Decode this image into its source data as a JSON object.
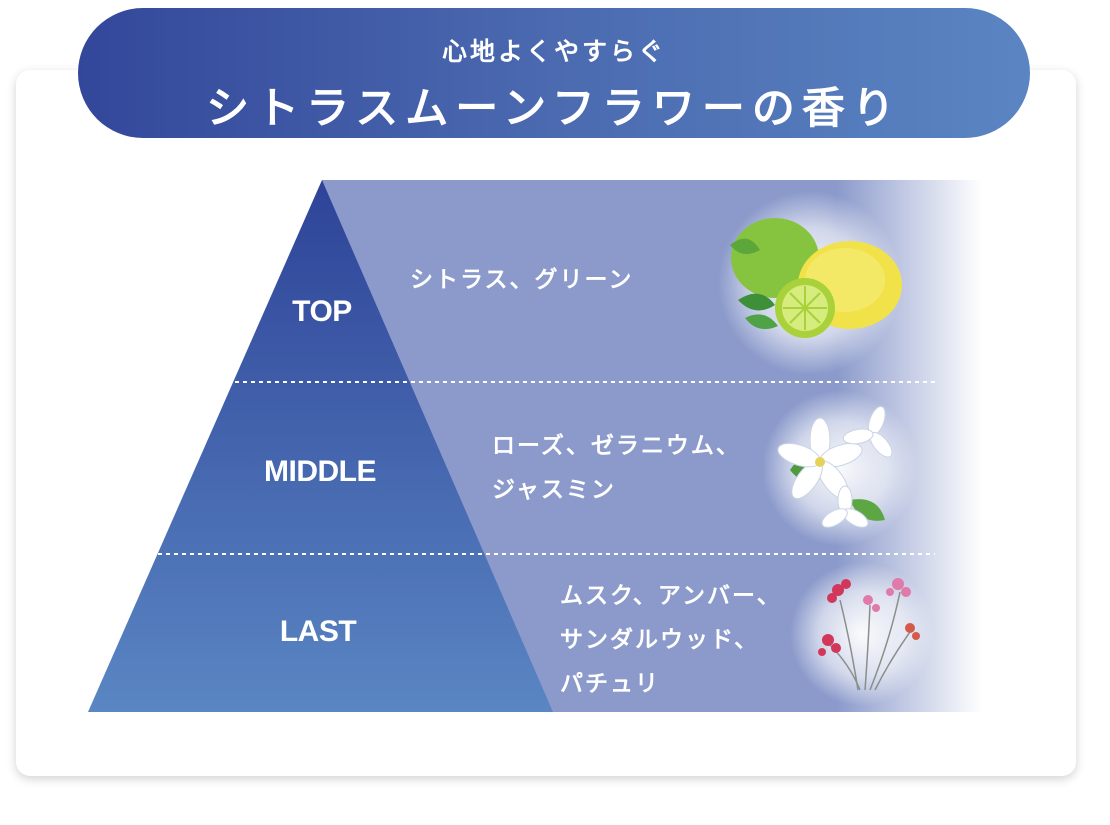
{
  "header": {
    "subtitle": "心地よくやすらぐ",
    "title": "シトラスムーンフラワーの香り"
  },
  "tiers": [
    {
      "label": "TOP",
      "notes": "シトラス、グリーン",
      "illustration": "citrus-illustration"
    },
    {
      "label": "MIDDLE",
      "notes": "ローズ、ゼラニウム、\nジャスミン",
      "illustration": "jasmine-flower-illustration"
    },
    {
      "label": "LAST",
      "notes": "ムスク、アンバー、\nサンダルウッド、\nパチュリ",
      "illustration": "wildflower-illustration"
    }
  ],
  "colors": {
    "banner_start": "#33479a",
    "banner_end": "#5a85c2",
    "pyramid_top": "#2e4398",
    "pyramid_bottom": "#5a86c3",
    "band": "#8b9acb"
  }
}
